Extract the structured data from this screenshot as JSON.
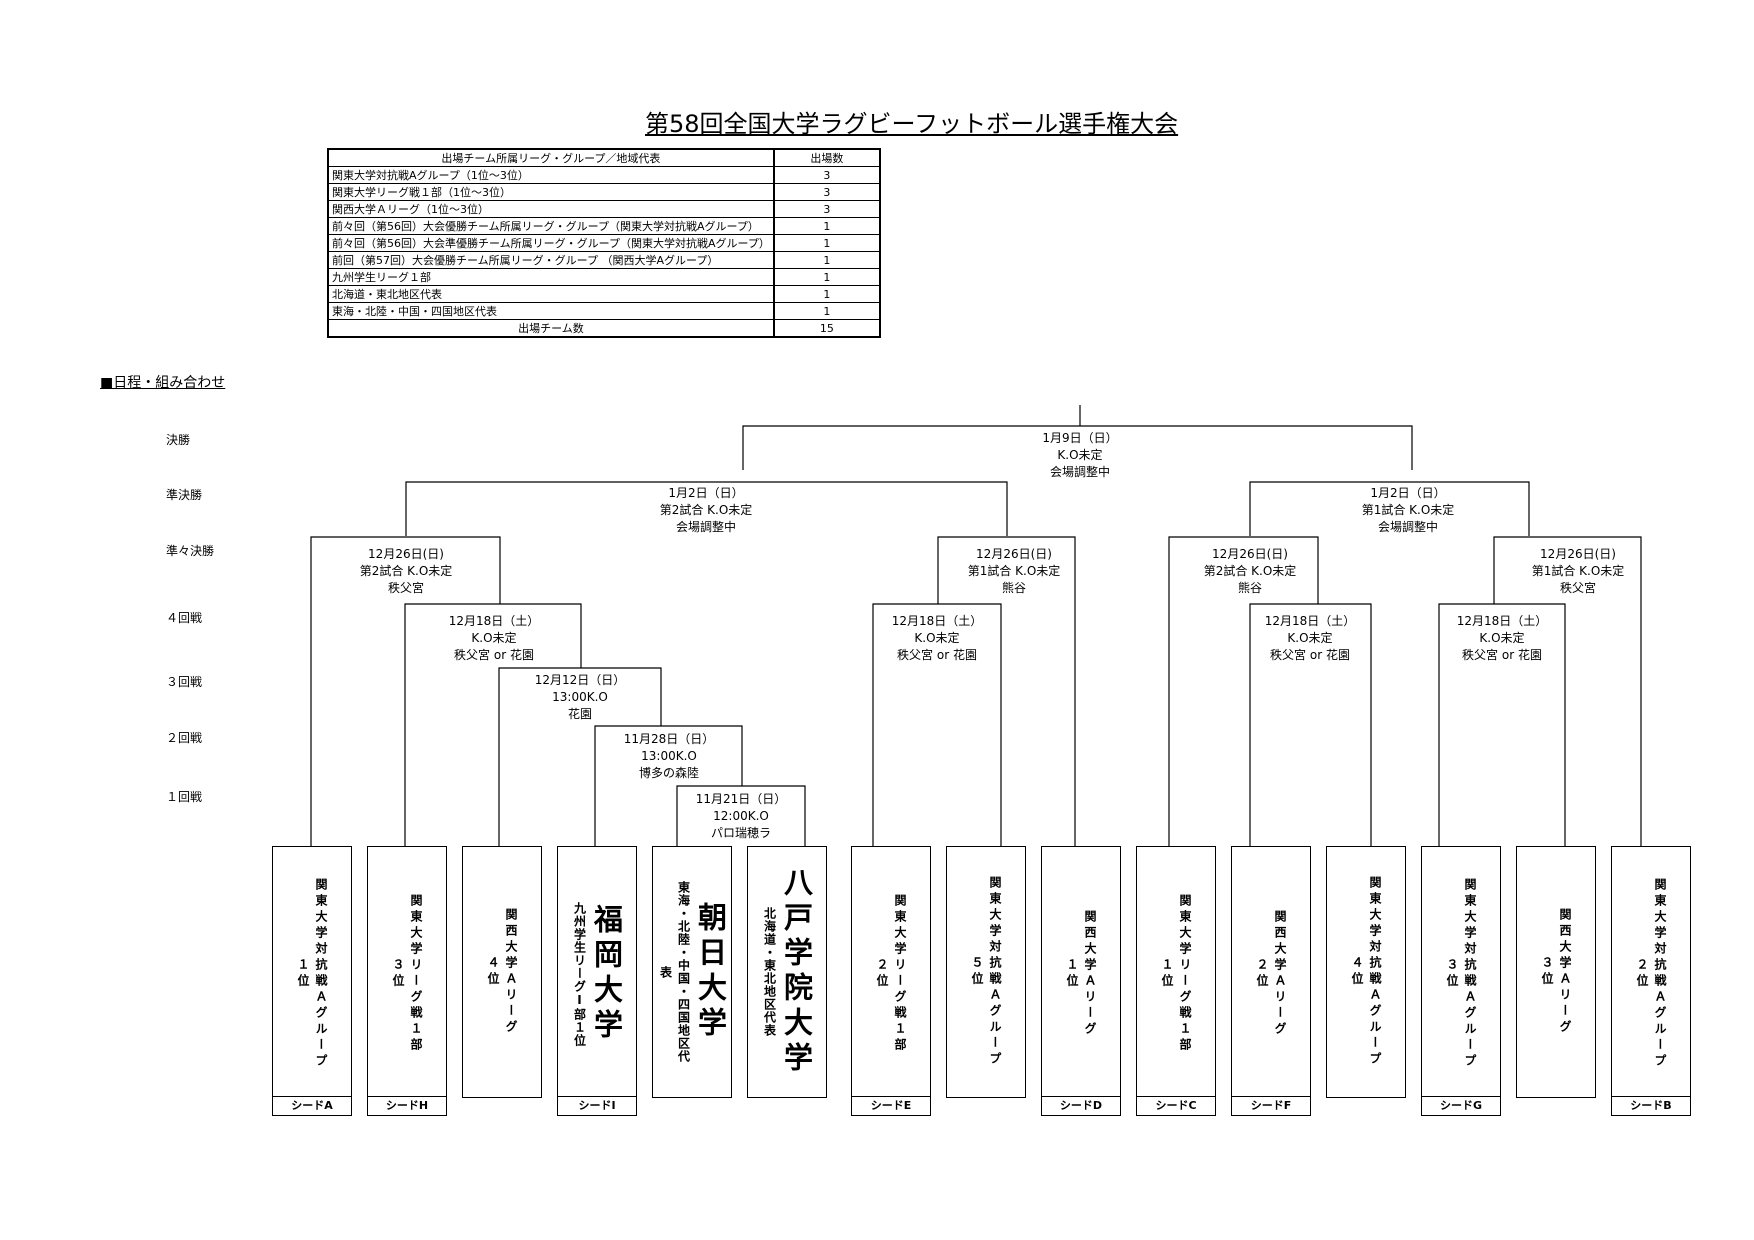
{
  "title": "第58回全国大学ラグビーフットボール選手権大会",
  "quota_table": {
    "header": [
      "出場チーム所属リーグ・グループ／地域代表",
      "出場数"
    ],
    "rows": [
      {
        "label": "関東大学対抗戦Aグループ（1位〜3位）",
        "count": "3"
      },
      {
        "label": "関東大学リーグ戦１部（1位〜3位）",
        "count": "3"
      },
      {
        "label": "関西大学Ａリーグ（1位〜3位）",
        "count": "3"
      },
      {
        "label": "前々回（第56回）大会優勝チーム所属リーグ・グループ（関東大学対抗戦Aグループ）",
        "count": "1"
      },
      {
        "label": "前々回（第56回）大会準優勝チーム所属リーグ・グループ（関東大学対抗戦Aグループ）",
        "count": "1"
      },
      {
        "label": "前回（第57回）大会優勝チーム所属リーグ・グループ （関西大学Aグループ）",
        "count": "1"
      },
      {
        "label": "九州学生リーグ１部",
        "count": "1"
      },
      {
        "label": "北海道・東北地区代表",
        "count": "1"
      },
      {
        "label": "東海・北陸・中国・四国地区代表",
        "count": "1"
      }
    ],
    "total_label": "出場チーム数",
    "total_count": "15"
  },
  "section_title": "■日程・組み合わせ",
  "rounds": {
    "final": "決勝",
    "semi": "準決勝",
    "quarter": "準々決勝",
    "r4": "４回戦",
    "r3": "３回戦",
    "r2": "２回戦",
    "r1": "１回戦"
  },
  "matches": {
    "final": [
      "1月9日（日）",
      "K.O未定",
      "会場調整中"
    ],
    "semi_left": [
      "1月2日（日）",
      "第2試合 K.O未定",
      "会場調整中"
    ],
    "semi_right": [
      "1月2日（日）",
      "第1試合 K.O未定",
      "会場調整中"
    ],
    "qf1": [
      "12月26日(日)",
      "第2試合 K.O未定",
      "秩父宮"
    ],
    "qf2": [
      "12月26日(日)",
      "第1試合 K.O未定",
      "熊谷"
    ],
    "qf3": [
      "12月26日(日)",
      "第2試合 K.O未定",
      "熊谷"
    ],
    "qf4": [
      "12月26日(日)",
      "第1試合 K.O未定",
      "秩父宮"
    ],
    "r4_1": [
      "12月18日（土）",
      "K.O未定",
      "秩父宮 or 花園"
    ],
    "r4_2": [
      "12月18日（土）",
      "K.O未定",
      "秩父宮 or 花園"
    ],
    "r4_3": [
      "12月18日（土）",
      "K.O未定",
      "秩父宮 or 花園"
    ],
    "r4_4": [
      "12月18日（土）",
      "K.O未定",
      "秩父宮 or 花園"
    ],
    "r3": [
      "12月12日（日）",
      "13:00K.O",
      "花園"
    ],
    "r2": [
      "11月28日（日）",
      "13:00K.O",
      "博多の森陸"
    ],
    "r1": [
      "11月21日（日）",
      "12:00K.O",
      "パロ瑞穂ラ"
    ]
  },
  "teams": [
    {
      "lines": [
        "関東大学対抗戦Ａグループ",
        "１位"
      ],
      "seed": "シードA"
    },
    {
      "lines": [
        "関東大学リーグ戦１部",
        "３位"
      ],
      "seed": "シードH"
    },
    {
      "lines": [
        "関西大学Ａリーグ",
        "４位"
      ],
      "seed": ""
    },
    {
      "lines": [
        "福岡大学",
        "九州学生リーグⅠ部１位"
      ],
      "seed": "シードI"
    },
    {
      "lines": [
        "朝日大学",
        "東海・北陸・中国・四国地区代",
        "表"
      ],
      "seed": ""
    },
    {
      "lines": [
        "八戸学院大学",
        "北海道・東北地区代表"
      ],
      "seed": ""
    },
    {
      "lines": [
        "関東大学リーグ戦１部",
        "２位"
      ],
      "seed": "シードE"
    },
    {
      "lines": [
        "関東大学対抗戦Ａグループ",
        "５位"
      ],
      "seed": ""
    },
    {
      "lines": [
        "関西大学Ａリーグ",
        "１位"
      ],
      "seed": "シードD"
    },
    {
      "lines": [
        "関東大学リーグ戦１部",
        "１位"
      ],
      "seed": "シードC"
    },
    {
      "lines": [
        "関西大学Ａリーグ",
        "２位"
      ],
      "seed": "シードF"
    },
    {
      "lines": [
        "関東大学対抗戦Ａグループ",
        "４位"
      ],
      "seed": ""
    },
    {
      "lines": [
        "関東大学対抗戦Ａグループ",
        "３位"
      ],
      "seed": "シードG"
    },
    {
      "lines": [
        "関西大学Ａリーグ",
        "３位"
      ],
      "seed": ""
    },
    {
      "lines": [
        "関東大学対抗戦Ａグループ",
        "２位"
      ],
      "seed": "シードB"
    }
  ]
}
